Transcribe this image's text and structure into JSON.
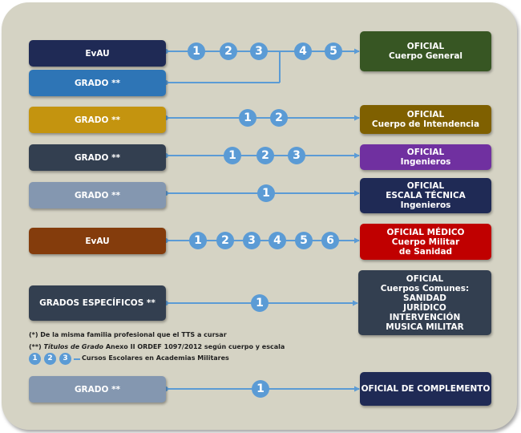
{
  "sources": [
    {
      "id": "s_evau1",
      "label": "EvAU",
      "color": "#1f2a55"
    },
    {
      "id": "s_grado1",
      "label": "GRADO **",
      "color": "#2e75b6"
    },
    {
      "id": "s_grado2",
      "label": "GRADO **",
      "color": "#c4940f"
    },
    {
      "id": "s_grado3",
      "label": "GRADO **",
      "color": "#333f50"
    },
    {
      "id": "s_grado4",
      "label": "GRADO **",
      "color": "#8497b0"
    },
    {
      "id": "s_evau2",
      "label": "EvAU",
      "color": "#843c0c"
    },
    {
      "id": "s_especificos",
      "label": "GRADOS  ESPECÍFICOS **",
      "color": "#333f50"
    },
    {
      "id": "s_grado5",
      "label": "GRADO **",
      "color": "#8497b0"
    }
  ],
  "destinations": [
    {
      "id": "d_general",
      "text": "OFICIAL\nCuerpo General",
      "color": "#375623"
    },
    {
      "id": "d_intendencia",
      "text": "OFICIAL\nCuerpo de Intendencia",
      "color": "#7f6000"
    },
    {
      "id": "d_ingenieros",
      "text": "OFICIAL\nIngenieros",
      "color": "#7030a0"
    },
    {
      "id": "d_tecnica",
      "text": "OFICIAL\nESCALA TÉCNICA\nIngenieros",
      "color": "#1f2a55"
    },
    {
      "id": "d_medico",
      "text": "OFICIAL MÉDICO\nCuerpo Militar\nde Sanidad",
      "color": "#c00000"
    },
    {
      "id": "d_comunes",
      "text": "OFICIAL\nCuerpos Comunes:\nSANIDAD\nJURÍDICO\nINTERVENCIÓN\nMUSICA MILITAR",
      "color": "#333f50"
    },
    {
      "id": "d_complemento",
      "text": "OFICIAL DE COMPLEMENTO",
      "color": "#1f2a55"
    }
  ],
  "flows": [
    {
      "id": "f_general",
      "steps": [
        "1",
        "2",
        "3",
        "4",
        "5"
      ]
    },
    {
      "id": "f_intendencia",
      "steps": [
        "1",
        "2"
      ]
    },
    {
      "id": "f_ingenieros",
      "steps": [
        "1",
        "2",
        "3"
      ]
    },
    {
      "id": "f_tecnica",
      "steps": [
        "1"
      ]
    },
    {
      "id": "f_medico",
      "steps": [
        "1",
        "2",
        "3",
        "4",
        "5",
        "6"
      ]
    },
    {
      "id": "f_comunes",
      "steps": [
        "1"
      ]
    },
    {
      "id": "f_complemento",
      "steps": [
        "1"
      ]
    }
  ],
  "notes": {
    "note1": "(*) De la misma familia profesional que el TTS a cursar",
    "note2_prefix": "(**) ",
    "note2_italic": "Títulos de Grado",
    "note2_rest": " Anexo II ORDEF 1097/2012 según cuerpo y escala"
  },
  "legend": {
    "steps": [
      "1",
      "2",
      "3"
    ],
    "text": "Cursos Escolares en Academias Militares"
  },
  "colors": {
    "panel": "#d5d3c4",
    "connector": "#5b9bd5"
  }
}
